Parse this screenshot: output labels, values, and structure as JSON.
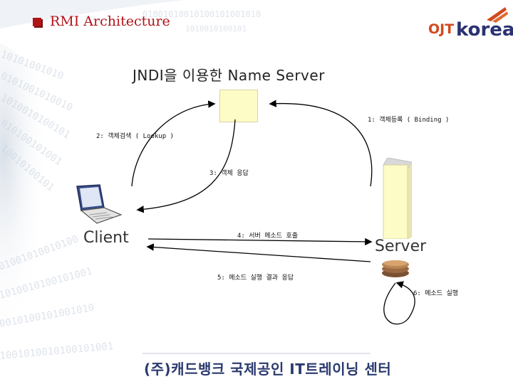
{
  "slide": {
    "title": "RMI Architecture",
    "subtitle": "JNDI을 이용한 Name Server",
    "footer": "(주)캐드뱅크 국제공인 IT트레이닝 센터"
  },
  "logo": {
    "part1": "OJT",
    "part2": "korea",
    "color_ojt": "#d14a1f",
    "color_korea": "#2a3272"
  },
  "labels": {
    "step1": "1: 객체등록 ( Binding )",
    "step2": "2: 객체검색 ( Lookup )",
    "step3": "3: 객체 응답",
    "step4": "4: 서버 메소드 호출",
    "step5": "5: 메소드 실행 결과 응답",
    "step6": "6: 메소드 실행",
    "client": "Client",
    "server": "Server"
  },
  "icons": {
    "client": "laptop-icon",
    "server": "server-icon",
    "object": "object-stack-icon"
  },
  "colors": {
    "accent": "#b01318",
    "box_fill": "#fdfbc6",
    "footer": "#2b3a6f"
  }
}
